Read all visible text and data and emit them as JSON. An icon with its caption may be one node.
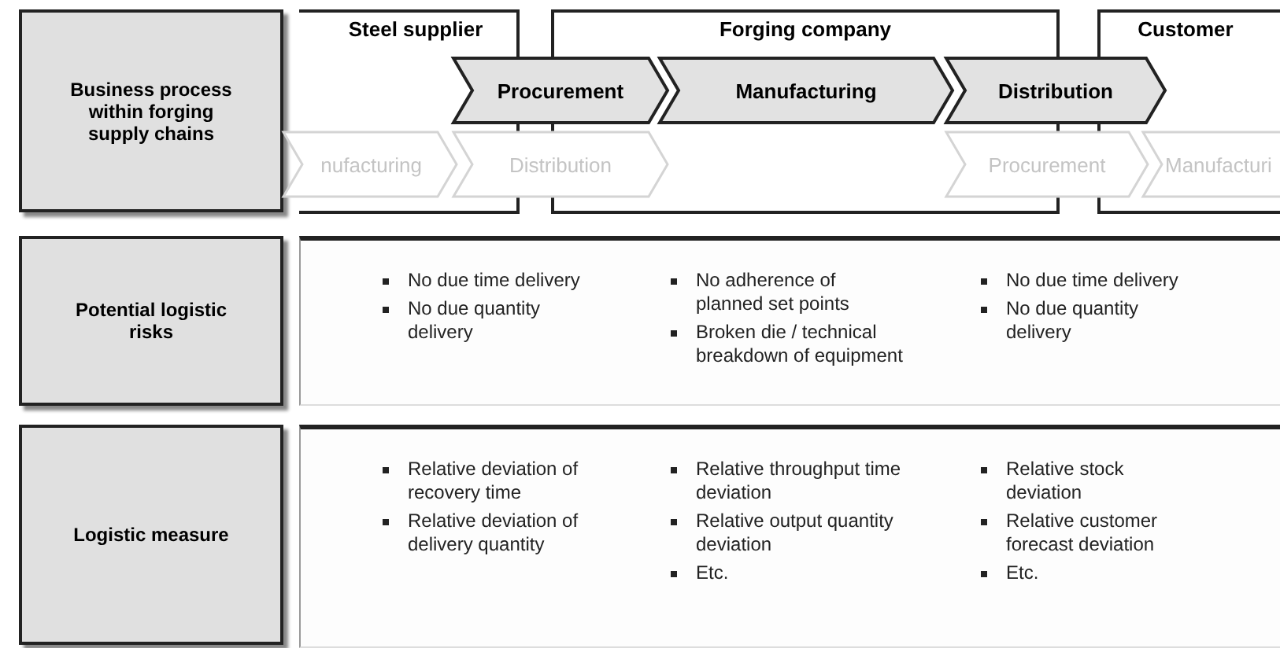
{
  "diagram": {
    "nodes": [
      {
        "text": [
          "Business process within forging supply chains"
        ]
      },
      {
        "text": [
          "Steel supplier"
        ]
      },
      {
        "text": [
          "Forging company"
        ]
      },
      {
        "text": [
          "Customer"
        ]
      },
      {
        "text": [
          "Procurement"
        ]
      },
      {
        "text": [
          "Manufacturing"
        ]
      },
      {
        "text": [
          "Distribution"
        ]
      },
      {
        "text": [
          "nufacturing"
        ]
      },
      {
        "text": [
          "Distribution"
        ]
      },
      {
        "text": [
          "Procurement"
        ]
      },
      {
        "text": [
          "Manufacturi"
        ]
      },
      {
        "text": [
          "Potential logistic risks"
        ]
      },
      {
        "text": [
          "No due time delivery",
          "No due quantity delivery",
          "No adherence of planned set points",
          "Broken die / technical breakdown of equipment",
          "No due time delivery",
          "No due quantity delivery"
        ]
      },
      {
        "text": [
          "Logistic measure"
        ]
      },
      {
        "text": [
          "Relative deviation of recovery time",
          "Relative deviation of delivery quantity",
          "Relative throughput time deviation",
          "Relative output quantity deviation",
          "Etc.",
          "Relative stock deviation",
          "Relative customer forecast deviation",
          "Etc."
        ]
      }
    ],
    "edges": []
  }
}
